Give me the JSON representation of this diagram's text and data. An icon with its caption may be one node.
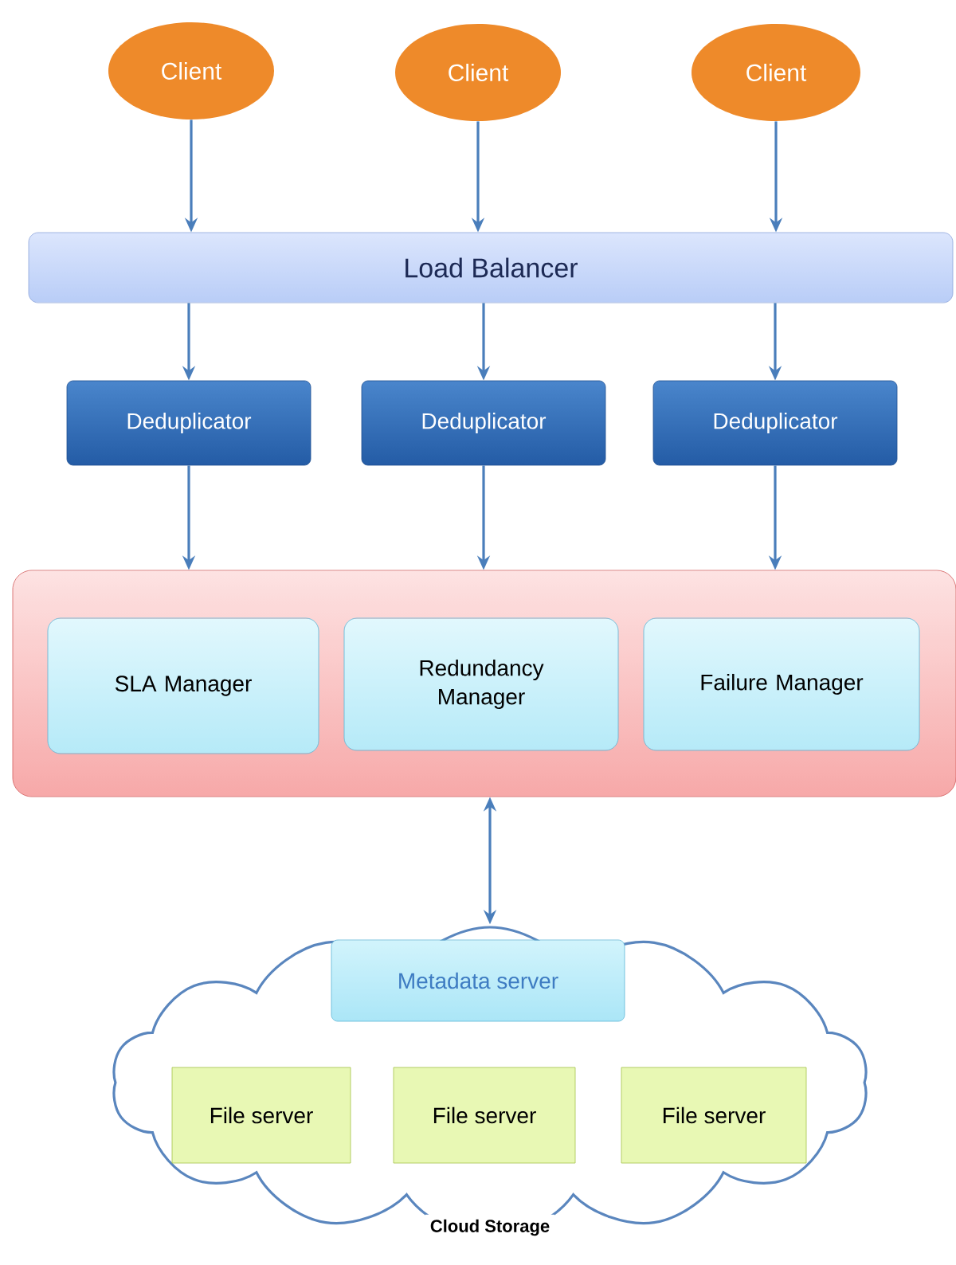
{
  "diagram": {
    "nodes": [
      {
        "text": [
          "Client"
        ]
      },
      {
        "text": [
          "Client"
        ]
      },
      {
        "text": [
          "Client"
        ]
      },
      {
        "text": [
          "Load Balancer"
        ]
      },
      {
        "text": [
          "Deduplicator"
        ]
      },
      {
        "text": [
          "Deduplicator"
        ]
      },
      {
        "text": [
          "Deduplicator"
        ]
      },
      {
        "text": [],
        "shape": "box"
      },
      {
        "text": [
          "SLA Manager"
        ],
        "in": 7
      },
      {
        "text": [
          "Redundancy Manager"
        ],
        "in": 7
      },
      {
        "text": [
          "Failure Manager"
        ],
        "in": 7
      },
      {
        "text": [
          "Cloud Storage"
        ]
      },
      {
        "text": [
          "Metadata server"
        ],
        "in": 11
      },
      {
        "text": [
          "File server"
        ],
        "in": 11
      },
      {
        "text": [
          "File server"
        ],
        "in": 11
      },
      {
        "text": [
          "File server"
        ],
        "in": 11
      }
    ],
    "edges": [
      {
        "from": 0,
        "to": 3,
        "arrow": "to"
      },
      {
        "from": 1,
        "to": 3,
        "arrow": "to"
      },
      {
        "from": 2,
        "to": 3,
        "arrow": "to"
      },
      {
        "from": 3,
        "to": 4,
        "arrow": "to"
      },
      {
        "from": 3,
        "to": 5,
        "arrow": "to"
      },
      {
        "from": 3,
        "to": 6,
        "arrow": "to"
      },
      {
        "from": 4,
        "to": 7,
        "arrow": "to"
      },
      {
        "from": 5,
        "to": 7,
        "arrow": "to"
      },
      {
        "from": 6,
        "to": 7,
        "arrow": "to"
      },
      {
        "from": 7,
        "to": 11,
        "arrow": "both"
      }
    ]
  }
}
